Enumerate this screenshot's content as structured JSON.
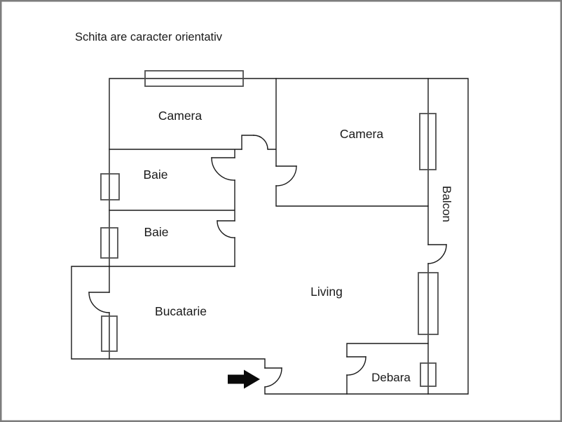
{
  "title": "Schita are caracter orientativ",
  "rooms": {
    "camera_left": "Camera",
    "camera_right": "Camera",
    "baie_top": "Baie",
    "baie_bottom": "Baie",
    "bucatarie": "Bucatarie",
    "living": "Living",
    "debara": "Debara",
    "balcon": "Balcon"
  },
  "icons": {
    "entrance_arrow": "right-arrow-entrance-marker"
  },
  "colors": {
    "wall": "#1a1a1a",
    "window": "#4f4f4f",
    "frame": "#7d7d7d",
    "arrow": "#0a0a0a",
    "text": "#1a1a1a",
    "background": "#ffffff"
  }
}
